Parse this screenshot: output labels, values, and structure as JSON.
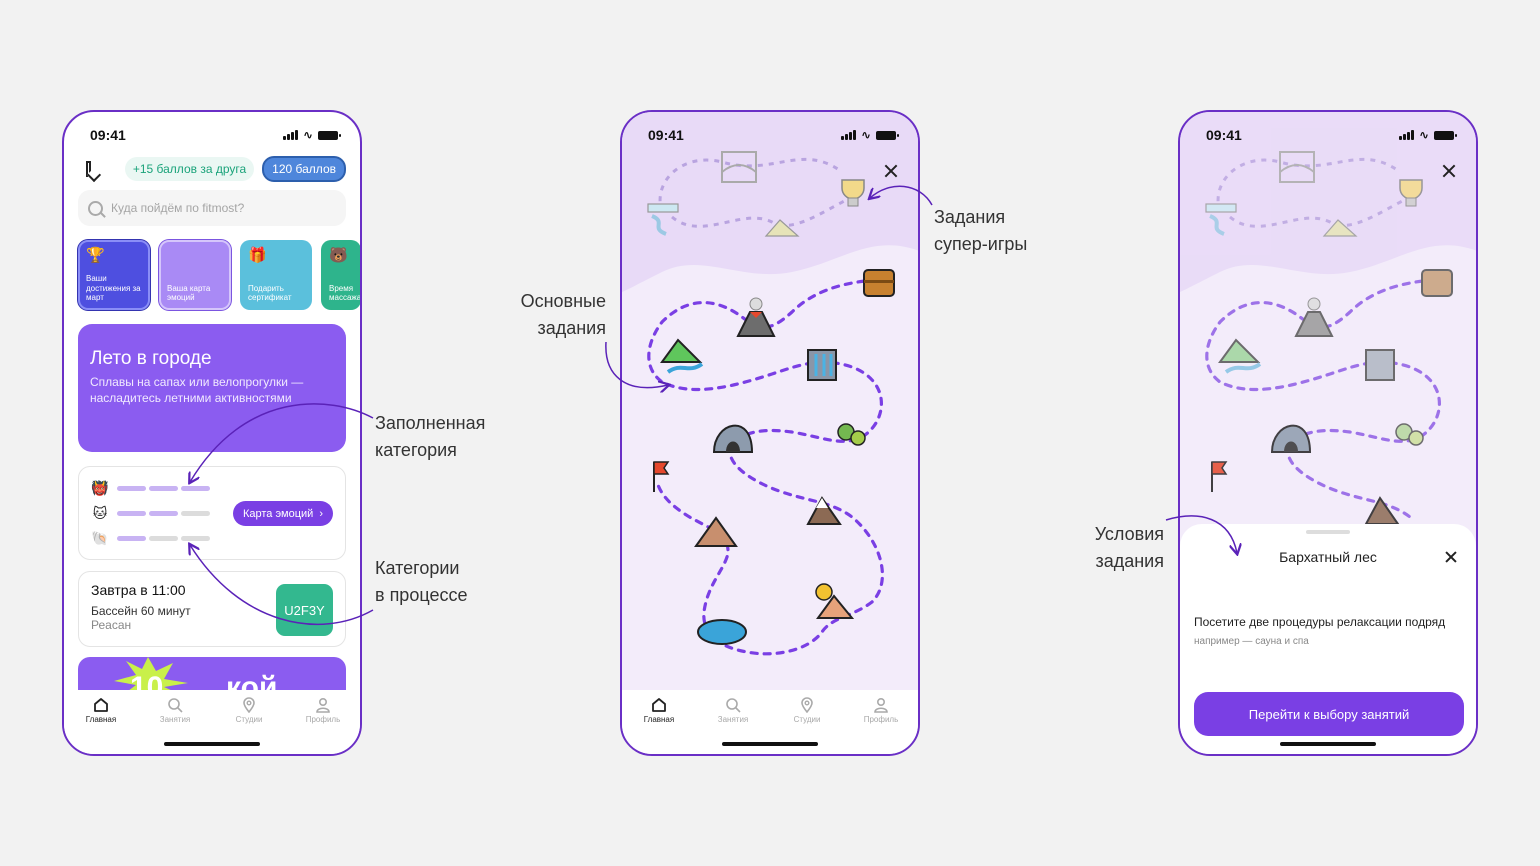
{
  "status_time": "09:41",
  "screen_home": {
    "promo_pill": "+15 баллов за друга",
    "points_pill": "120 баллов",
    "search_placeholder": "Куда пойдём по fitmost?",
    "stories": [
      {
        "label": "Ваши достижения за март",
        "icon": "trophy-icon"
      },
      {
        "label": "Ваша карта эмоций",
        "icon": ""
      },
      {
        "label": "Подарить сертификат",
        "icon": "gift-icon"
      },
      {
        "label": "Время массажа",
        "icon": "bear-icon"
      }
    ],
    "banner": {
      "title": "Лето в городе",
      "text": "Сплавы на сапах или велопрогулки — насладитесь летними активностями"
    },
    "emotion_button": "Карта эмоций",
    "booking": {
      "when": "Завтра в 11:00",
      "what": "Бассейн 60 минут",
      "where": "Реасан",
      "code": "U2F3Y"
    },
    "tabs": [
      "Главная",
      "Занятия",
      "Студии",
      "Профиль"
    ]
  },
  "screen_task": {
    "title": "Бархатный лес",
    "description": "Посетите две процедуры релаксации подряд",
    "hint": "например — сауна и спа",
    "button": "Перейти к выбору занятий"
  },
  "annotations": {
    "filled_category": [
      "Заполненная",
      "категория"
    ],
    "in_progress": [
      "Категории",
      "в процессе"
    ],
    "main_tasks": [
      "Основные",
      "задания"
    ],
    "super_tasks": [
      "Задания",
      "супер-игры"
    ],
    "task_conditions": [
      "Условия",
      "задания"
    ]
  },
  "colors": {
    "accent": "#7a3fe4",
    "frame": "#6a2fc6",
    "map_bg": "#f3ecfa",
    "green": "#33b88f",
    "blue": "#4e86db"
  }
}
